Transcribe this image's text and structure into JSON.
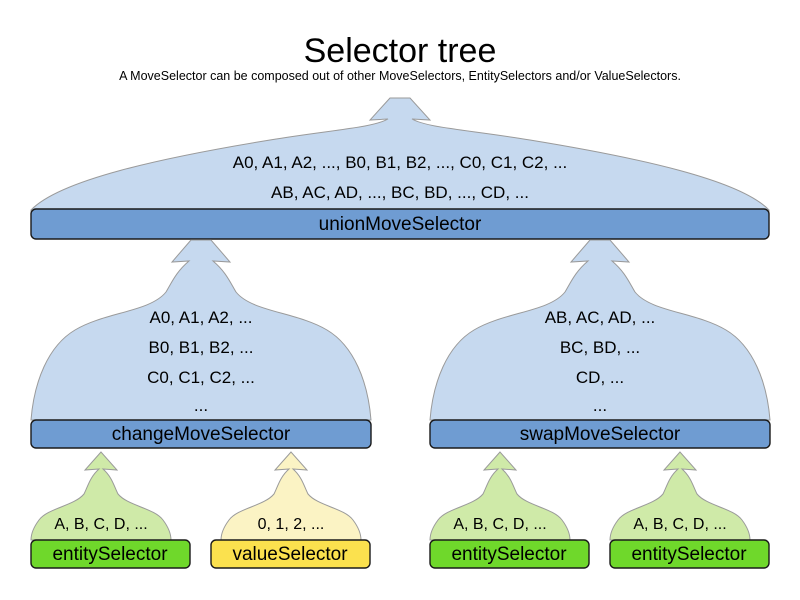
{
  "header": {
    "title": "Selector tree",
    "subtitle": "A MoveSelector can be composed out of other MoveSelectors, EntitySelectors and/or ValueSelectors."
  },
  "colors": {
    "move_body": "#c6d9ef",
    "move_bar": "#6f9cd2",
    "entity_body": "#cfeaa8",
    "entity_bar": "#6fd82b",
    "value_body": "#fbf3c4",
    "value_bar": "#fbe14e",
    "body_stroke": "#9a9a9a",
    "bar_stroke": "#1a1a1a",
    "text": "#000000",
    "background": "#ffffff"
  },
  "nodes": {
    "union": {
      "label": "unionMoveSelector",
      "kind": "move-selector",
      "lines": [
        "A0, A1, A2, ..., B0, B1, B2, ..., C0, C1, C2, ...",
        "AB, AC, AD, ..., BC, BD, ..., CD, ..."
      ]
    },
    "change": {
      "label": "changeMoveSelector",
      "kind": "move-selector",
      "lines": [
        "A0, A1, A2, ...",
        "B0, B1, B2, ...",
        "C0, C1, C2, ...",
        "..."
      ]
    },
    "swap": {
      "label": "swapMoveSelector",
      "kind": "move-selector",
      "lines": [
        "AB, AC, AD, ...",
        "BC, BD, ...",
        "CD, ...",
        "..."
      ]
    },
    "leaf_entity_1": {
      "label": "entitySelector",
      "kind": "entity-selector",
      "lines": [
        "A, B, C, D, ..."
      ]
    },
    "leaf_value_1": {
      "label": "valueSelector",
      "kind": "value-selector",
      "lines": [
        "0, 1, 2, ..."
      ]
    },
    "leaf_entity_2": {
      "label": "entitySelector",
      "kind": "entity-selector",
      "lines": [
        "A, B, C, D, ..."
      ]
    },
    "leaf_entity_3": {
      "label": "entitySelector",
      "kind": "entity-selector",
      "lines": [
        "A, B, C, D, ..."
      ]
    }
  },
  "edges": [
    {
      "from": "change",
      "to": "union"
    },
    {
      "from": "swap",
      "to": "union"
    },
    {
      "from": "leaf_entity_1",
      "to": "change"
    },
    {
      "from": "leaf_value_1",
      "to": "change"
    },
    {
      "from": "leaf_entity_2",
      "to": "swap"
    },
    {
      "from": "leaf_entity_3",
      "to": "swap"
    }
  ]
}
